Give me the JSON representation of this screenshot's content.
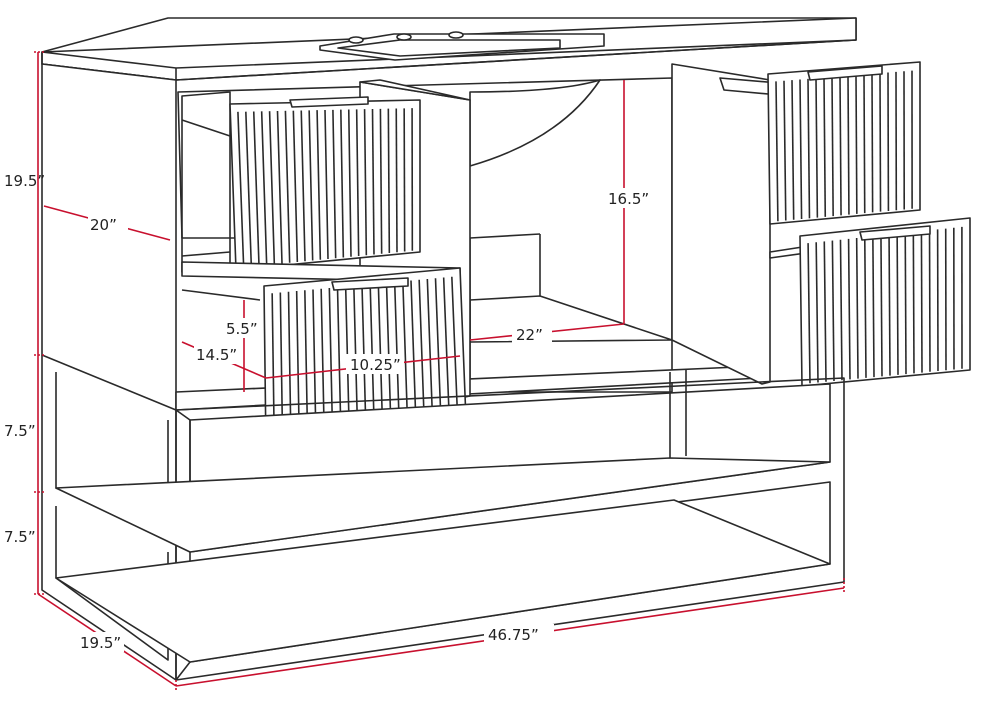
{
  "diagram": {
    "dimensions": {
      "total_height": "19.5”",
      "inner_depth": "20”",
      "interior_height": "16.5”",
      "interior_width": "22”",
      "drawer_height": "5.5”",
      "drawer_depth": "14.5”",
      "drawer_width": "10.25”",
      "shelf_gap_upper": "7.5”",
      "shelf_gap_lower": "7.5”",
      "overall_depth": "19.5”",
      "overall_width": "46.75”"
    },
    "colors": {
      "dimension_line": "#c8102e",
      "outline": "#2a2a2a"
    }
  }
}
